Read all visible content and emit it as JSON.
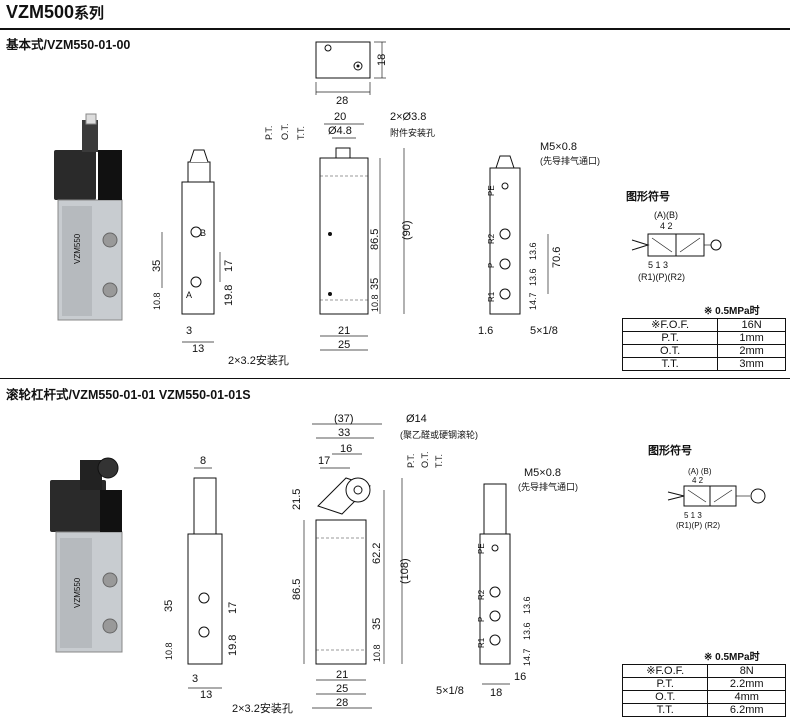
{
  "title_main": "VZM500",
  "title_suffix": "系列",
  "section1": {
    "heading": "基本式/VZM550-01-00",
    "top_view": {
      "w": "28",
      "h": "18"
    },
    "front_dims": [
      "20",
      "2×Ø3.8",
      "Ø4.8",
      "附件安装孔",
      "86.5",
      "(90)",
      "35",
      "10.8",
      "21",
      "25"
    ],
    "side_dims": [
      "35",
      "17",
      "19.8",
      "10.8",
      "3",
      "13",
      "2×3.2安装孔"
    ],
    "pt_labels": [
      "P.T.",
      "O.T.",
      "T.T."
    ],
    "port_labels": [
      "B",
      "A",
      "4",
      "2"
    ],
    "right_dims": [
      "M5×0.8",
      "(先导排气通口)",
      "70.6",
      "13.6",
      "13.6",
      "14.7",
      "1.6",
      "5×1/8"
    ],
    "right_ports": [
      "PE",
      "R2",
      "P",
      "R1"
    ],
    "symbol_title": "图形符号",
    "symbol": {
      "top": "(A)(B)",
      "top_nums": "4  2",
      "bot_nums": "5  1  3",
      "bot": "(R1)(P)(R2)"
    },
    "table_note": "※ 0.5MPa时",
    "table": [
      [
        "※F.O.F.",
        "16N"
      ],
      [
        "P.T.",
        "1mm"
      ],
      [
        "O.T.",
        "2mm"
      ],
      [
        "T.T.",
        "3mm"
      ]
    ],
    "photo_label": "VZM550"
  },
  "section2": {
    "heading": "滚轮杠杆式/VZM550-01-01  VZM550-01-01S",
    "side_dims": [
      "8",
      "35",
      "17",
      "19.8",
      "10.8",
      "3",
      "13",
      "2×3.2安装孔"
    ],
    "front_dims": [
      "(37)",
      "33",
      "16",
      "17",
      "Ø14",
      "(聚乙醛或硬钢滚轮)",
      "21.5",
      "62.2",
      "(108)",
      "86.5",
      "35",
      "10.8",
      "21",
      "25",
      "28"
    ],
    "pt_labels": [
      "P.T.",
      "O.T.",
      "T.T."
    ],
    "right_dims": [
      "M5×0.8",
      "(先导排气通口)",
      "13.6",
      "13.6",
      "14.7",
      "5×1/8",
      "16",
      "18"
    ],
    "right_ports": [
      "PE",
      "R2",
      "P",
      "R1"
    ],
    "symbol_title": "图形符号",
    "symbol": {
      "top": "(A) (B)",
      "top_nums": "4  2",
      "bot_nums": "5  1  3",
      "bot": "(R1)(P) (R2)"
    },
    "table_note": "※ 0.5MPa时",
    "table": [
      [
        "※F.O.F.",
        "8N"
      ],
      [
        "P.T.",
        "2.2mm"
      ],
      [
        "O.T.",
        "4mm"
      ],
      [
        "T.T.",
        "6.2mm"
      ]
    ],
    "photo_label": "VZM550"
  }
}
